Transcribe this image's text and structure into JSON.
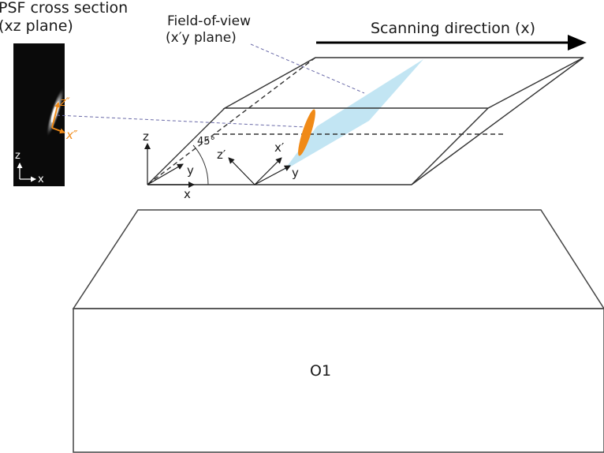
{
  "psf_title_line1": "PSF cross section",
  "psf_title_line2": "(xz plane)",
  "psf_axes": {
    "z": "z",
    "x": "x"
  },
  "psf_frame_axes": {
    "z": "z″",
    "x": "x″"
  },
  "fov_title_line1": "Field-of-view",
  "fov_title_line2": "(x′y plane)",
  "scan_label": "Scanning direction (x)",
  "lab_axes": {
    "z": "z",
    "y": "y",
    "x": "x"
  },
  "angle_label": "45°",
  "tilted_axes": {
    "z": "z′",
    "x": "x′",
    "y": "y"
  },
  "objective_label": "O1",
  "colors": {
    "fov_fill": "#bfe4f2",
    "psf_orange": "#f08a17",
    "line": "#333333",
    "guide_dash": "#6a6aa8"
  }
}
